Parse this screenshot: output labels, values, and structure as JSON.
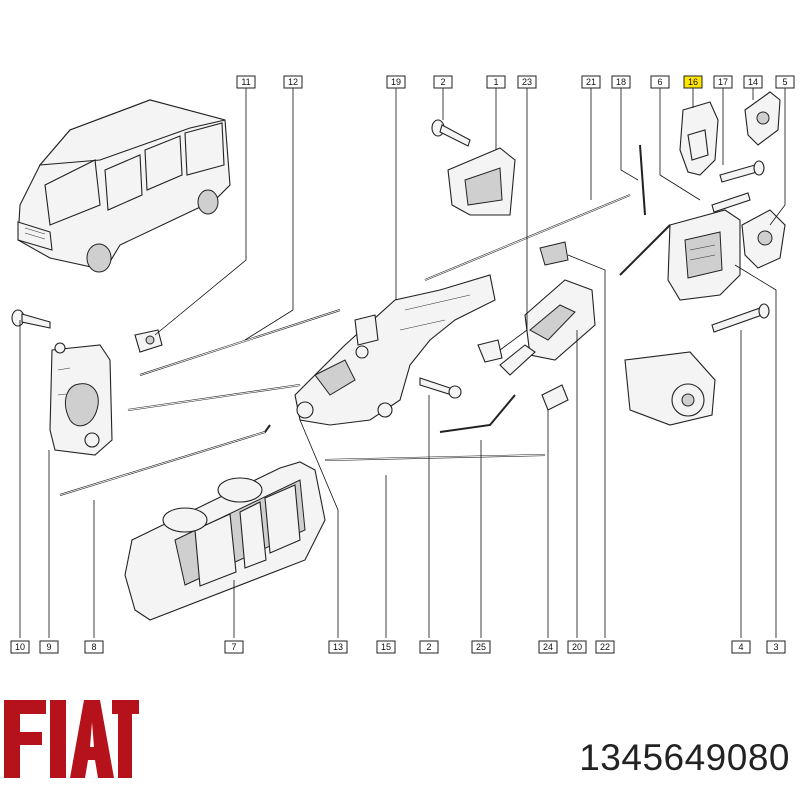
{
  "callouts_top": [
    "11",
    "12",
    "19",
    "2",
    "1",
    "23",
    "21",
    "18",
    "6",
    "16",
    "17",
    "14",
    "5"
  ],
  "callouts_bottom": [
    "10",
    "9",
    "8",
    "7",
    "13",
    "15",
    "2",
    "25",
    "24",
    "20",
    "22",
    "4",
    "3"
  ],
  "highlighted_callout": "16",
  "highlight_color": "#ffe600",
  "brand": {
    "logo_text": "FIAT",
    "color": "#b5121b"
  },
  "part_number": "1345649080"
}
